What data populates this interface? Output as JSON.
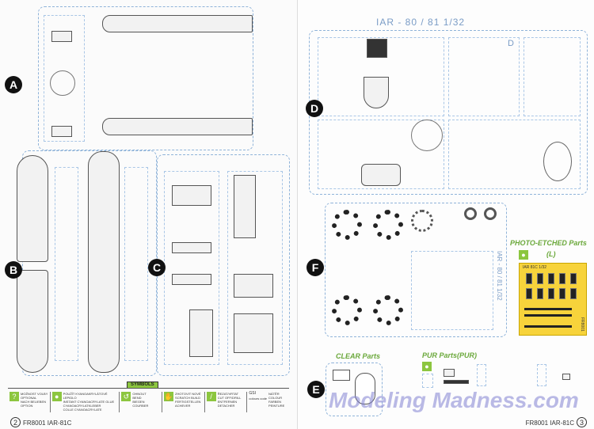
{
  "sprues_left": {
    "a": "A",
    "b": "B",
    "c": "C"
  },
  "sprues_right": {
    "d": "D",
    "e": "E",
    "f": "F"
  },
  "header": {
    "title": "IAR - 80 / 81   1/32",
    "sprue_d_letter": "D"
  },
  "sprue_f_label": "IAR - 80 / 81   1/32",
  "photo_etched": {
    "title": "PHOTO-ETCHED Parts",
    "sub": "(L)",
    "fret_label": "IAR 81C 1/32",
    "fret_code": "FR8001"
  },
  "clear_parts": {
    "title": "CLEAR Parts"
  },
  "pur_parts": {
    "title": "PUR Parts(PUR)"
  },
  "symbols": {
    "title": "SYMBOLS",
    "items": [
      {
        "icon": "question-icon",
        "glyph": "?",
        "text": "MOŽNOST VOLBY\nOPTIONAL\nNACH BELIEBEN\nOPTION"
      },
      {
        "icon": "glue-drop-icon",
        "glyph": "●",
        "text": "POUŽÍT KYANOAKRYLÁTOVÉ LEPIDLO\nINSTANT CYANOACRYLATE GLUE\nCYANOACRYLATKLEBER\nCOLLE CYANOACRYLATE"
      },
      {
        "icon": "bend-icon",
        "glyph": "↺",
        "text": "OHNOUT\nBEND\nBIEGEN\nCOURBER"
      },
      {
        "icon": "scratch-build-icon",
        "glyph": "✋",
        "text": "ZHOTOVIT NOVÉ\nSCRATCH BUILD\nFERTIGSTELLEN\nACHEVER"
      },
      {
        "icon": "cut-drill-icon",
        "glyph": "/",
        "text": "ŘEZAT/VRTAT\nCUT OFF/DRILL\nENTFERNEN\nDETACHER"
      },
      {
        "icon": "paint-icon",
        "glyph": "GSI",
        "text": "NÁTĚR\nCOLOUR\nFARBEN\nPEINTURE",
        "code": "colours code"
      }
    ]
  },
  "footer_left": {
    "page": "2",
    "code": "FR8001",
    "model": "IAR-81C"
  },
  "footer_right": {
    "page": "3",
    "code": "FR8001",
    "model": "IAR-81C"
  },
  "watermark": "Modeling Madness.com"
}
